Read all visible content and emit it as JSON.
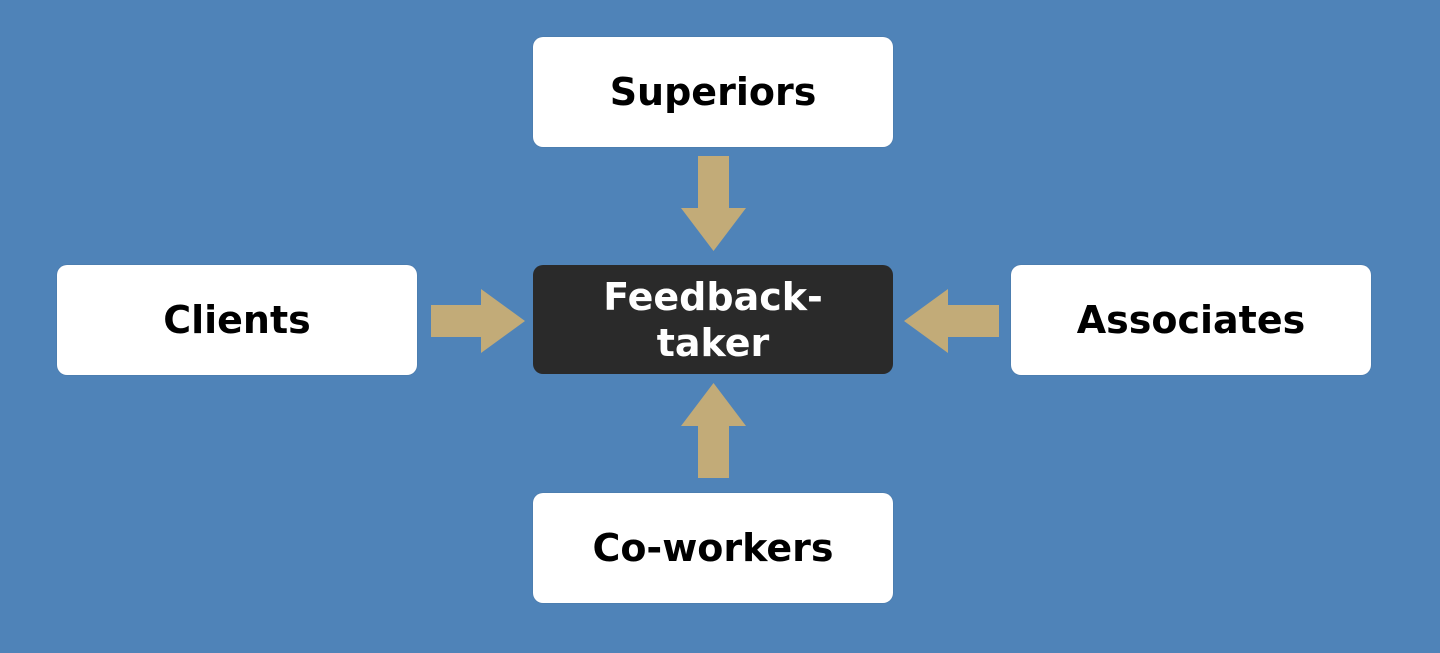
{
  "diagram": {
    "center": {
      "label": "Feedback-\ntaker"
    },
    "nodes": {
      "top": {
        "label": "Superiors"
      },
      "left": {
        "label": "Clients"
      },
      "right": {
        "label": "Associates"
      },
      "bottom": {
        "label": "Co-workers"
      }
    }
  },
  "colors": {
    "background": "#4f83b8",
    "box": "#ffffff",
    "center_box": "#2a2a2a",
    "arrow": "#c2ab78"
  }
}
